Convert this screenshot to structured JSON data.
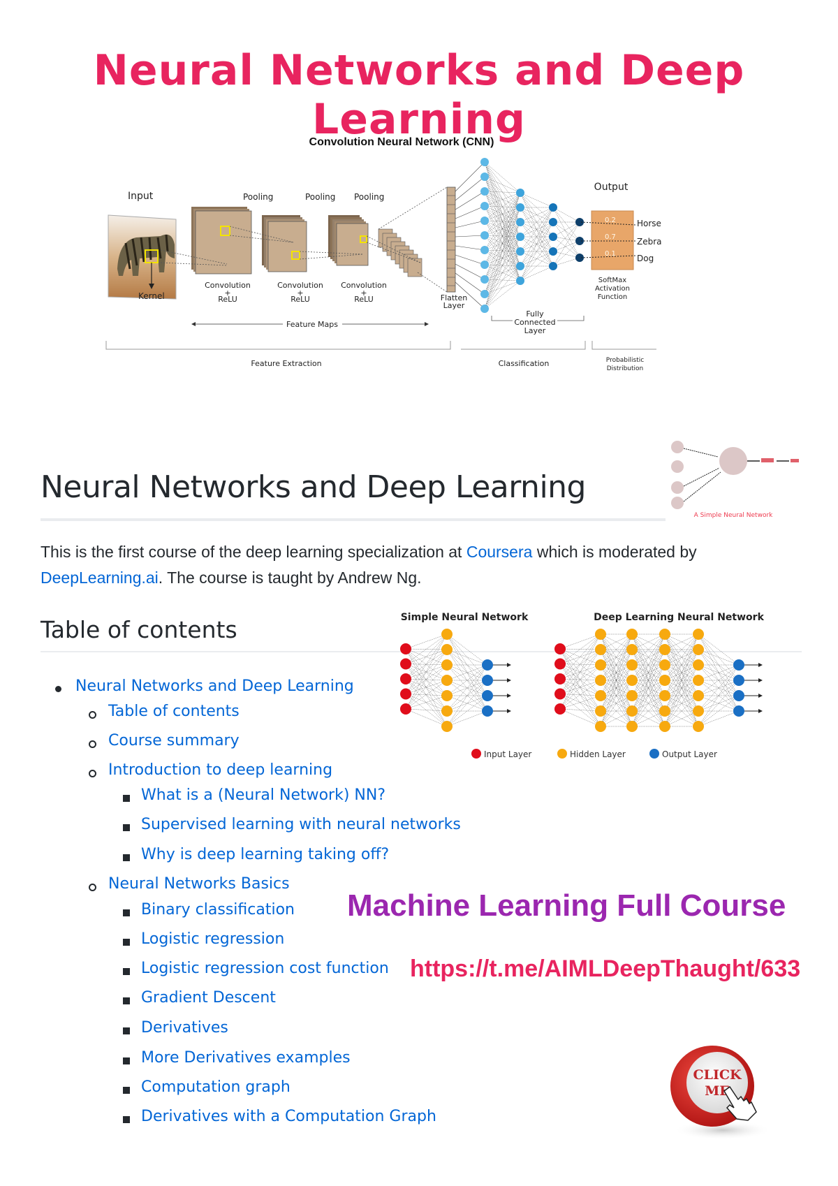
{
  "banner": {
    "title": "Neural Networks and Deep Learning",
    "color": "#e8245f"
  },
  "cnn_figure": {
    "title": "Convolution  Neural  Network (CNN)",
    "input_label": "Input",
    "kernel_label": "Kernel",
    "pooling_labels": [
      "Pooling",
      "Pooling",
      "Pooling"
    ],
    "conv_labels": [
      "Convolution",
      "Convolution",
      "Convolution"
    ],
    "plus": "+",
    "relu": "ReLU",
    "feature_maps_label": "Feature Maps",
    "flatten_label_1": "Flatten",
    "flatten_label_2": "Layer",
    "fc_label_1": "Fully",
    "fc_label_2": "Connected",
    "fc_label_3": "Layer",
    "output_label": "Output",
    "softmax_values": [
      "0.2",
      "0.7",
      "0.1"
    ],
    "classes": [
      "Horse",
      "Zebra",
      "Dog"
    ],
    "softmax_label_1": "SoftMax",
    "softmax_label_2": "Activation",
    "softmax_label_3": "Function",
    "section_feature_extraction": "Feature Extraction",
    "section_classification": "Classification",
    "section_prob_1": "Probabilistic",
    "section_prob_2": "Distribution"
  },
  "simple_nn_thumb": {
    "caption": "A Simple Neural Network"
  },
  "article": {
    "heading": "Neural Networks and Deep Learning",
    "intro_part1": "This is the first course of the deep learning specialization at ",
    "intro_link1": "Coursera",
    "intro_part2": " which is moderated by ",
    "intro_link2": "DeepLearning.ai",
    "intro_part3": ". The course is taught by Andrew Ng.",
    "link_color": "#0366d6"
  },
  "nn_compare": {
    "simple_title": "Simple Neural Network",
    "deep_title": "Deep Learning Neural Network",
    "legend": [
      {
        "label": "Input Layer",
        "color": "#e00d1b"
      },
      {
        "label": "Hidden Layer",
        "color": "#f7a90f"
      },
      {
        "label": "Output Layer",
        "color": "#1a6fc4"
      }
    ]
  },
  "toc": {
    "heading": "Table of contents",
    "items": [
      {
        "label": "Neural Networks and Deep Learning",
        "level": 1
      },
      {
        "label": "Table of contents",
        "level": 2
      },
      {
        "label": "Course summary",
        "level": 2
      },
      {
        "label": "Introduction to deep learning",
        "level": 2
      },
      {
        "label": "What is a (Neural Network) NN?",
        "level": 3
      },
      {
        "label": "Supervised learning with neural networks",
        "level": 3
      },
      {
        "label": "Why is deep learning taking off?",
        "level": 3
      },
      {
        "label": "Neural Networks Basics",
        "level": 2
      },
      {
        "label": "Binary classification",
        "level": 3
      },
      {
        "label": "Logistic regression",
        "level": 3
      },
      {
        "label": "Logistic regression cost function",
        "level": 3
      },
      {
        "label": "Gradient Descent",
        "level": 3
      },
      {
        "label": "Derivatives",
        "level": 3
      },
      {
        "label": "More Derivatives examples",
        "level": 3
      },
      {
        "label": "Computation graph",
        "level": 3
      },
      {
        "label": "Derivatives with a Computation Graph",
        "level": 3
      }
    ]
  },
  "promo": {
    "title": "Machine Learning Full Course",
    "link": "https://t.me/AIMLDeepThaught/633",
    "title_color": "#9b27af",
    "link_color": "#e8245f"
  },
  "click_button": {
    "line1": "CLICK",
    "line2": "ME"
  }
}
